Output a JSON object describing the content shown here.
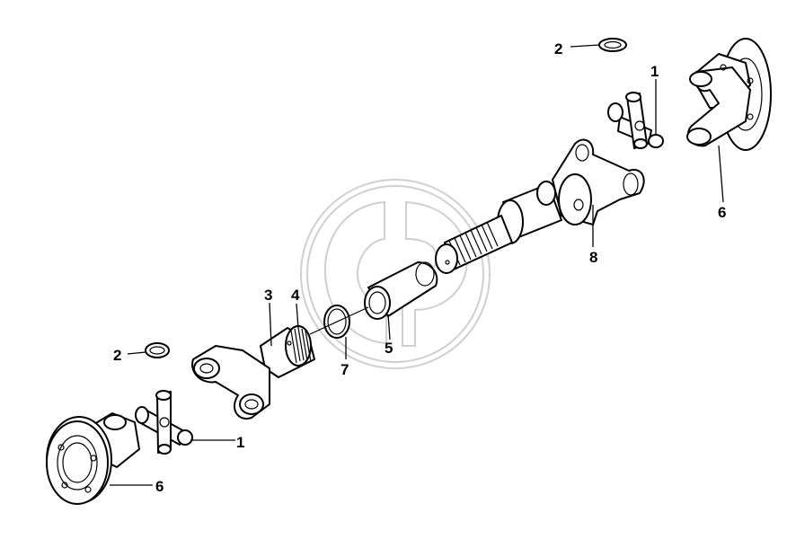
{
  "diagram": {
    "callouts": [
      {
        "id": "c-2-top",
        "label": "2"
      },
      {
        "id": "c-1-top",
        "label": "1"
      },
      {
        "id": "c-6-right",
        "label": "6"
      },
      {
        "id": "c-8",
        "label": "8"
      },
      {
        "id": "c-3",
        "label": "3"
      },
      {
        "id": "c-4",
        "label": "4"
      },
      {
        "id": "c-5",
        "label": "5"
      },
      {
        "id": "c-7",
        "label": "7"
      },
      {
        "id": "c-2-left",
        "label": "2"
      },
      {
        "id": "c-1-bottom",
        "label": "1"
      },
      {
        "id": "c-6-left",
        "label": "6"
      }
    ],
    "watermark": {
      "letters": "GP"
    }
  }
}
